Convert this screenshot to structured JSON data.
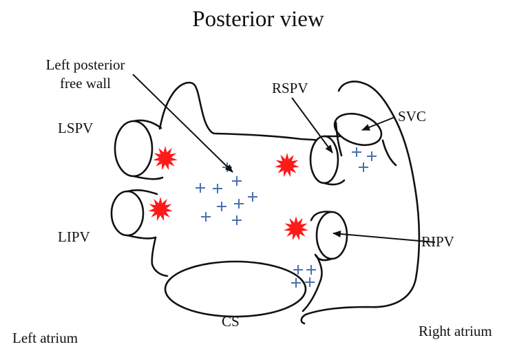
{
  "title": "Posterior view",
  "labels": {
    "left_posterior_line1": "Left posterior",
    "left_posterior_line2": "free wall",
    "lspv": "LSPV",
    "lipv": "LIPV",
    "rspv": "RSPV",
    "svc": "SVC",
    "ripv": "RIPV",
    "cs": "CS",
    "left_atrium": "Left atrium",
    "right_atrium": "Right atrium"
  },
  "colors": {
    "outline": "#111111",
    "star": "#ff1a1a",
    "plus": "#4a6fb0"
  },
  "icons": {
    "star": "red-burst-icon",
    "plus": "blue-plus-icon"
  }
}
